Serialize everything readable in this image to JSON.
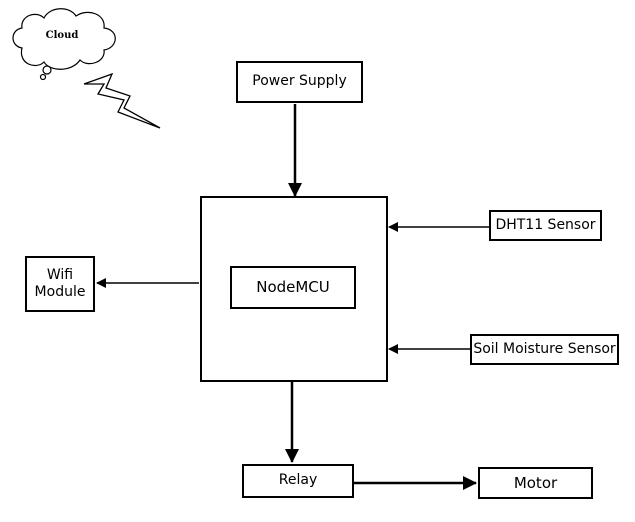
{
  "cloud": {
    "label": "Cloud",
    "icon": "cloud-icon"
  },
  "lightning": {
    "icon": "lightning-icon"
  },
  "blocks": {
    "power_supply": "Power Supply",
    "nodemcu": "NodeMCU",
    "dht11": "DHT11 Sensor",
    "soil_moisture": "Soil Moisture Sensor",
    "wifi_module": "Wifi Module",
    "relay": "Relay",
    "motor": "Motor"
  },
  "connections": [
    {
      "from": "Power Supply",
      "to": "NodeMCU"
    },
    {
      "from": "DHT11 Sensor",
      "to": "NodeMCU"
    },
    {
      "from": "Soil Moisture Sensor",
      "to": "NodeMCU"
    },
    {
      "from": "NodeMCU",
      "to": "Wifi Module"
    },
    {
      "from": "NodeMCU",
      "to": "Relay"
    },
    {
      "from": "Relay",
      "to": "Motor"
    }
  ]
}
